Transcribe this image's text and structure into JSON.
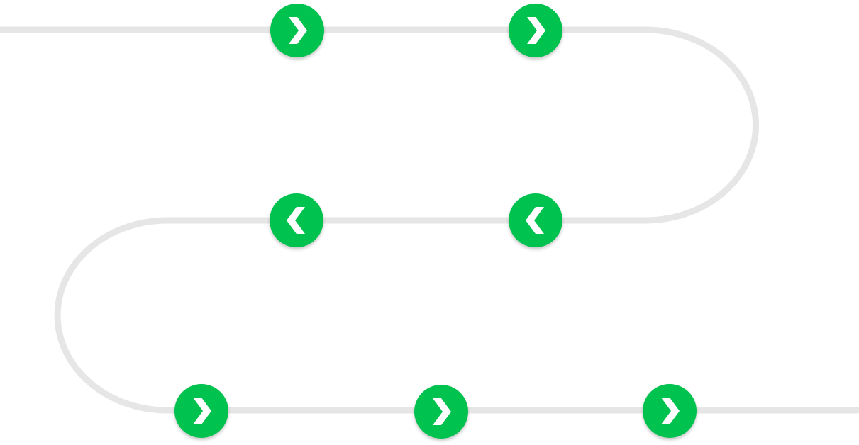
{
  "colors": {
    "track": "#e6e6e6",
    "node_fill": "#00c24f",
    "arrow": "#ffffff"
  },
  "diagram": {
    "description_rows": [
      {
        "row": "top",
        "direction": "right",
        "nodes": 2
      },
      {
        "row": "middle",
        "direction": "left",
        "nodes": 2
      },
      {
        "row": "bottom",
        "direction": "right",
        "nodes": 3
      }
    ],
    "nodes": [
      {
        "id": "top-1",
        "icon": "chevron-right-icon",
        "direction": "right"
      },
      {
        "id": "top-2",
        "icon": "chevron-right-icon",
        "direction": "right"
      },
      {
        "id": "middle-1",
        "icon": "chevron-left-icon",
        "direction": "left"
      },
      {
        "id": "middle-2",
        "icon": "chevron-left-icon",
        "direction": "left"
      },
      {
        "id": "bottom-1",
        "icon": "chevron-right-icon",
        "direction": "right"
      },
      {
        "id": "bottom-2",
        "icon": "chevron-right-icon",
        "direction": "right"
      },
      {
        "id": "bottom-3",
        "icon": "chevron-right-icon",
        "direction": "right"
      }
    ]
  }
}
